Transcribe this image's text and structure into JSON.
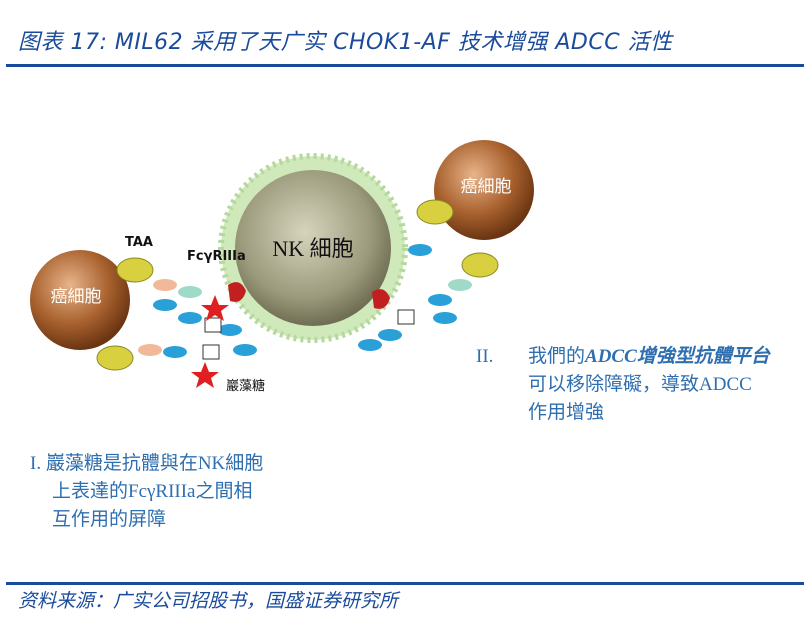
{
  "title": "图表 17:  MIL62 采用了天广实 CHOK1-AF 技术增强 ADCC 活性",
  "diagram": {
    "cancer_cell_label": "癌細胞",
    "nk_cell_label": "NK 細胞",
    "taa_label": "TAA",
    "fc_receptor_label": "FcγRIIIa",
    "fucose_label": "巖藻糖",
    "note1": {
      "num": "I.",
      "lines": [
        "巖藻糖是抗體與在NK細胞",
        "上表達的FcγRIIIa之間相",
        "互作用的屏障"
      ]
    },
    "note2": {
      "num": "II.",
      "line1_prefix": "我們的",
      "line1_bold": "ADCC增強型抗體平台",
      "lines": [
        "可以移除障礙，導致ADCC",
        "作用增強"
      ]
    },
    "colors": {
      "title": "#1a4b9b",
      "note": "#2f6fb0",
      "cancer_cell": "#9a5a2a",
      "nk_cell": "#a7a58a",
      "halo": "#c9e6b3",
      "antibody": "#2aa0d8",
      "fucose": "#e02020"
    }
  },
  "source": "资料来源：广实公司招股书，国盛证券研究所"
}
